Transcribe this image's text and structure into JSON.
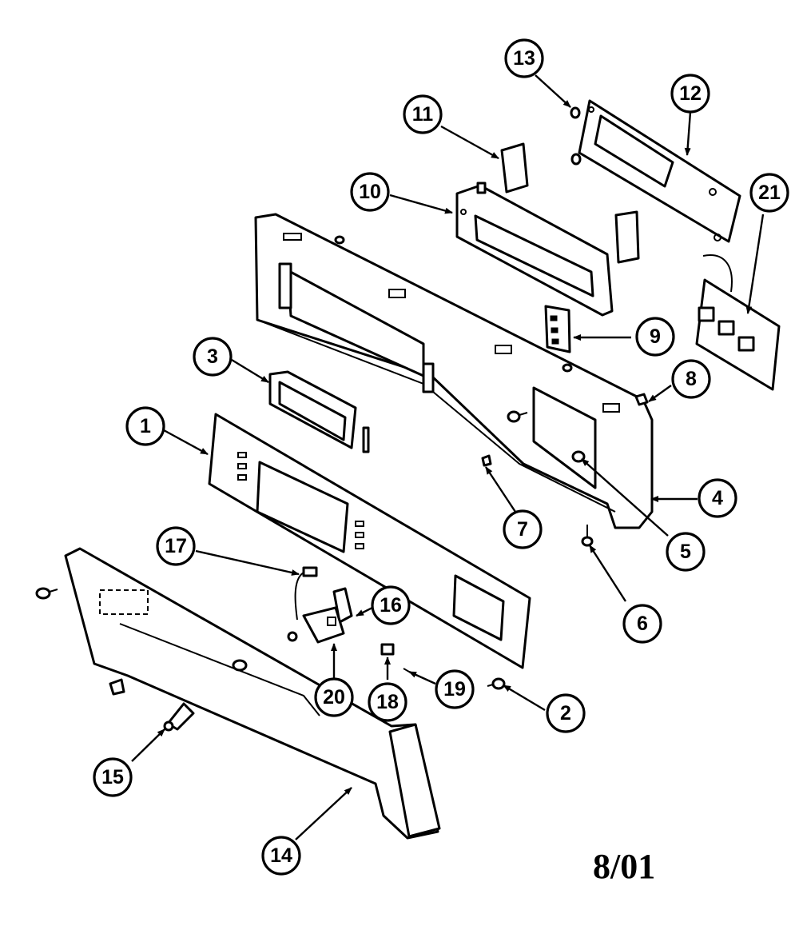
{
  "date_stamp": "8/01",
  "callouts": [
    {
      "id": "1",
      "label": "1"
    },
    {
      "id": "2",
      "label": "2"
    },
    {
      "id": "3",
      "label": "3"
    },
    {
      "id": "4",
      "label": "4"
    },
    {
      "id": "5",
      "label": "5"
    },
    {
      "id": "6",
      "label": "6"
    },
    {
      "id": "7",
      "label": "7"
    },
    {
      "id": "8",
      "label": "8"
    },
    {
      "id": "9",
      "label": "9"
    },
    {
      "id": "10",
      "label": "10"
    },
    {
      "id": "11",
      "label": "11"
    },
    {
      "id": "12",
      "label": "12"
    },
    {
      "id": "13",
      "label": "13"
    },
    {
      "id": "14",
      "label": "14"
    },
    {
      "id": "15",
      "label": "15"
    },
    {
      "id": "16",
      "label": "16"
    },
    {
      "id": "17",
      "label": "17"
    },
    {
      "id": "18",
      "label": "18"
    },
    {
      "id": "19",
      "label": "19"
    },
    {
      "id": "20",
      "label": "20"
    },
    {
      "id": "21",
      "label": "21"
    }
  ]
}
